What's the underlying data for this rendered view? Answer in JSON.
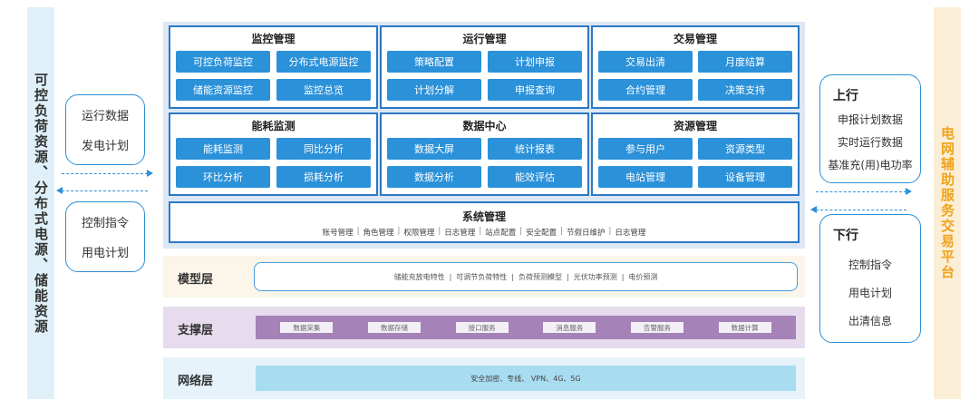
{
  "left_column": {
    "label": "可控负荷资源、分布式电源、储能资源"
  },
  "right_column": {
    "label": "电网辅助服务交易平台"
  },
  "left_boxes": {
    "upper": [
      "运行数据",
      "发电计划"
    ],
    "lower": [
      "控制指令",
      "用电计划"
    ]
  },
  "right_boxes": {
    "upstream": {
      "title": "上行",
      "items": [
        "申报计划数据",
        "实时运行数据",
        "基准充(用)电功率"
      ]
    },
    "downstream": {
      "title": "下行",
      "items": [
        "控制指令",
        "用电计划",
        "出清信息"
      ]
    }
  },
  "modules": [
    {
      "title": "监控管理",
      "items": [
        "可控负荷监控",
        "分布式电源监控",
        "储能资源监控",
        "监控总览"
      ]
    },
    {
      "title": "运行管理",
      "items": [
        "策略配置",
        "计划申报",
        "计划分解",
        "申报查询"
      ]
    },
    {
      "title": "交易管理",
      "items": [
        "交易出清",
        "月度结算",
        "合约管理",
        "决策支持"
      ]
    },
    {
      "title": "能耗监测",
      "items": [
        "能耗监测",
        "同比分析",
        "环比分析",
        "损耗分析"
      ]
    },
    {
      "title": "数据中心",
      "items": [
        "数据大屏",
        "统计报表",
        "数据分析",
        "能效评估"
      ]
    },
    {
      "title": "资源管理",
      "items": [
        "参与用户",
        "资源类型",
        "电站管理",
        "设备管理"
      ]
    }
  ],
  "system": {
    "title": "系统管理",
    "items": [
      "账号管理",
      "角色管理",
      "权限管理",
      "日志管理",
      "站点配置",
      "安全配置",
      "节假日维护",
      "日志管理"
    ]
  },
  "layers": {
    "model": {
      "label": "模型层",
      "items": [
        "储能充放电特性",
        "可调节负荷特性",
        "负荷预测模型",
        "光伏功率预测",
        "电价预测"
      ]
    },
    "support": {
      "label": "支撑层",
      "items": [
        "数据采集",
        "数据存储",
        "接口服务",
        "消息服务",
        "告警服务",
        "数据计算"
      ]
    },
    "network": {
      "label": "网络层",
      "text": "安全加密、专线、 VPN、4G、5G"
    }
  },
  "colors": {
    "tile": "#2b91d9",
    "module_border": "#2e78c4",
    "platform_bg": "#dbe8f4",
    "right_accent": "#f0a31a",
    "support_bar": "#a582b8",
    "network_bar": "#a8dcf0"
  }
}
